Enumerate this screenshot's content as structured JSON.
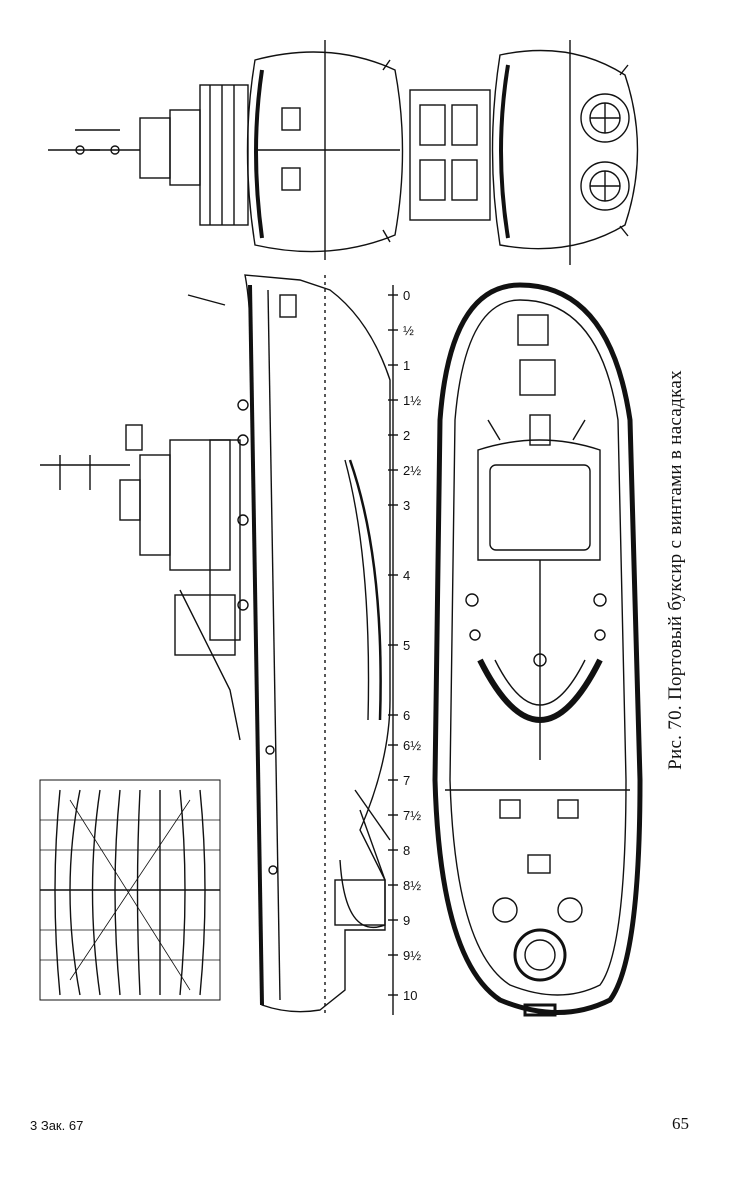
{
  "figure": {
    "caption": "Рис. 70. Портовый буксир с винтами в насадках",
    "frame_labels": [
      "0",
      "½",
      "1",
      "1½",
      "2",
      "2½",
      "3",
      "4",
      "5",
      "6",
      "6½",
      "7",
      "7½",
      "8",
      "8½",
      "9",
      "9½",
      "10"
    ]
  },
  "footer": {
    "left": "3 Зак. 67",
    "page_number": "65"
  }
}
